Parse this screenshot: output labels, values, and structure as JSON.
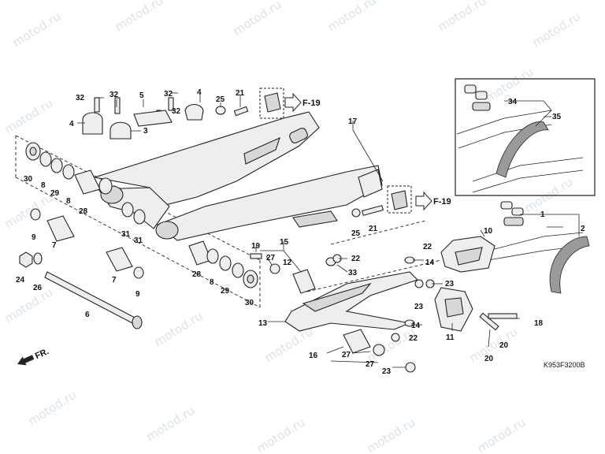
{
  "watermark": "motod.ru",
  "diagram_code": "K953F3200B",
  "front_label": "FR.",
  "section_ref": "F-19",
  "callouts": {
    "c1": "1",
    "c2": "2",
    "c3": "3",
    "c4a": "4",
    "c4b": "4",
    "c5": "5",
    "c6": "6",
    "c7a": "7",
    "c7b": "7",
    "c8a": "8",
    "c8b": "8",
    "c8c": "8",
    "c9a": "9",
    "c9b": "9",
    "c10": "10",
    "c11": "11",
    "c12": "12",
    "c13": "13",
    "c14a": "14",
    "c14b": "14",
    "c15": "15",
    "c16": "16",
    "c17": "17",
    "c18": "18",
    "c19": "19",
    "c20a": "20",
    "c20b": "20",
    "c21a": "21",
    "c21b": "21",
    "c22a": "22",
    "c22b": "22",
    "c22c": "22",
    "c23a": "23",
    "c23b": "23",
    "c23c": "23",
    "c24": "24",
    "c25a": "25",
    "c25b": "25",
    "c26": "26",
    "c27a": "27",
    "c27b": "27",
    "c27c": "27",
    "c28a": "28",
    "c28b": "28",
    "c29a": "29",
    "c29b": "29",
    "c30a": "30",
    "c30b": "30",
    "c31a": "31",
    "c31b": "31",
    "c32a": "32",
    "c32b": "32",
    "c32c": "32",
    "c33": "33",
    "c34": "34",
    "c35": "35"
  }
}
